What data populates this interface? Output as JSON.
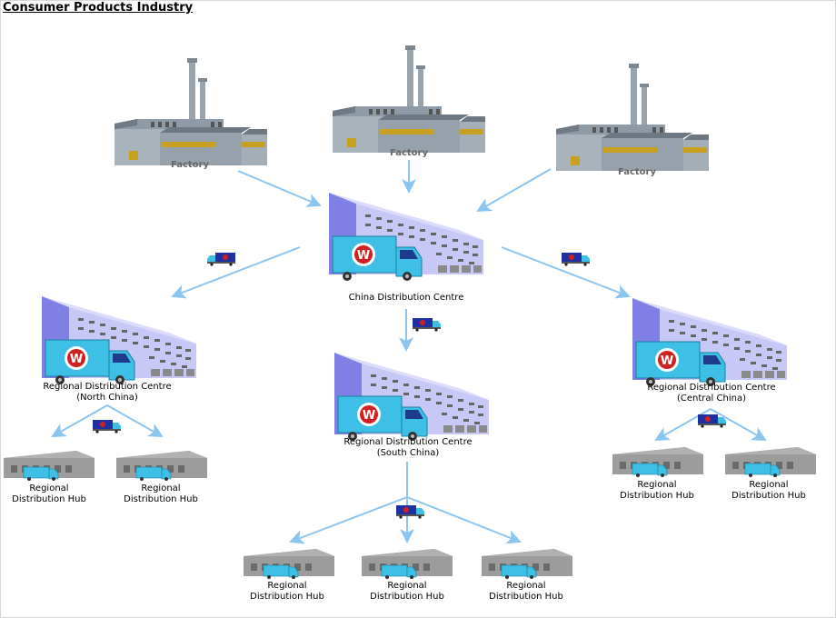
{
  "title": "Consumer Products Industry",
  "factories": [
    {
      "label": "Factory"
    },
    {
      "label": "Factory"
    },
    {
      "label": "Factory"
    }
  ],
  "china_dc": {
    "label": "China Distribution Centre"
  },
  "rdc_north": {
    "line1": "Regional Distribution Centre",
    "line2": "(North China)"
  },
  "rdc_south": {
    "line1": "Regional Distribution Centre",
    "line2": "(South China)"
  },
  "rdc_central": {
    "line1": "Regional Distribution Centre",
    "line2": "(Central China)"
  },
  "hubs": [
    {
      "line1": "Regional",
      "line2": "Distribution Hub"
    },
    {
      "line1": "Regional",
      "line2": "Distribution Hub"
    },
    {
      "line1": "Regional",
      "line2": "Distribution Hub"
    },
    {
      "line1": "Regional",
      "line2": "Distribution Hub"
    },
    {
      "line1": "Regional",
      "line2": "Distribution Hub"
    },
    {
      "line1": "Regional",
      "line2": "Distribution Hub"
    },
    {
      "line1": "Regional",
      "line2": "Distribution Hub"
    }
  ],
  "truck_logo": "W",
  "colors": {
    "arrow": "#8cc4f0",
    "warehouse": "#a8a8f0",
    "truck": "#3ec0e6",
    "factory": "#8a9aa8",
    "stripe": "#c8a020"
  }
}
